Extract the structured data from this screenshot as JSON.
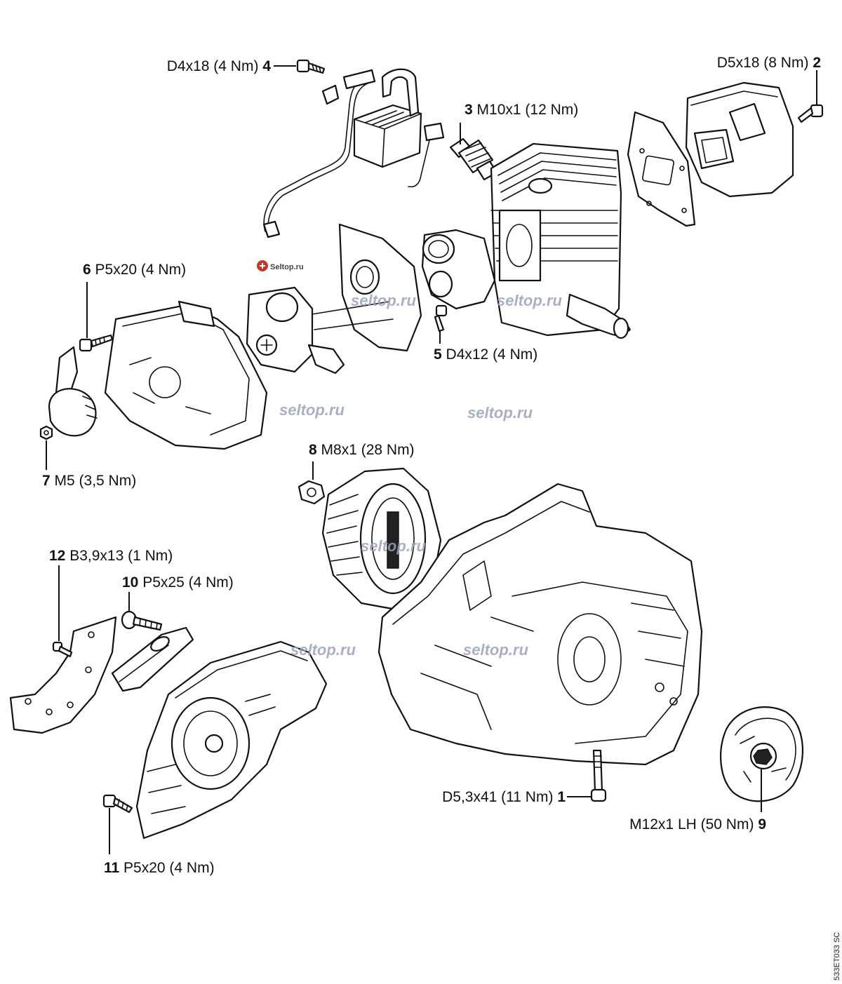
{
  "callouts": [
    {
      "id": "c1",
      "num": "1",
      "spec": "D5,3x41 (11 Nm)",
      "num_first": false
    },
    {
      "id": "c2",
      "num": "2",
      "spec": "D5x18 (8 Nm)",
      "num_first": false
    },
    {
      "id": "c3",
      "num": "3",
      "spec": "M10x1 (12 Nm)",
      "num_first": true
    },
    {
      "id": "c4",
      "num": "4",
      "spec": "D4x18 (4 Nm)",
      "num_first": false
    },
    {
      "id": "c5",
      "num": "5",
      "spec": "D4x12 (4 Nm)",
      "num_first": true
    },
    {
      "id": "c6",
      "num": "6",
      "spec": "P5x20 (4 Nm)",
      "num_first": true
    },
    {
      "id": "c7",
      "num": "7",
      "spec": "M5 (3,5 Nm)",
      "num_first": true
    },
    {
      "id": "c8",
      "num": "8",
      "spec": "M8x1 (28 Nm)",
      "num_first": true
    },
    {
      "id": "c9",
      "num": "9",
      "spec": "M12x1 LH (50 Nm)",
      "num_first": false
    },
    {
      "id": "c10",
      "num": "10",
      "spec": "P5x25 (4 Nm)",
      "num_first": true
    },
    {
      "id": "c11",
      "num": "11",
      "spec": "P5x20 (4 Nm)",
      "num_first": true
    },
    {
      "id": "c12",
      "num": "12",
      "spec": "B3,9x13 (1 Nm)",
      "num_first": true
    }
  ],
  "watermarks": [
    "seltop.ru",
    "seltop.ru",
    "seltop.ru",
    "seltop.ru",
    "seltop.ru",
    "seltop.ru",
    "seltop.ru"
  ],
  "brand_logo_text": "Seltop.ru",
  "drawing_code": "533ET033 SC"
}
